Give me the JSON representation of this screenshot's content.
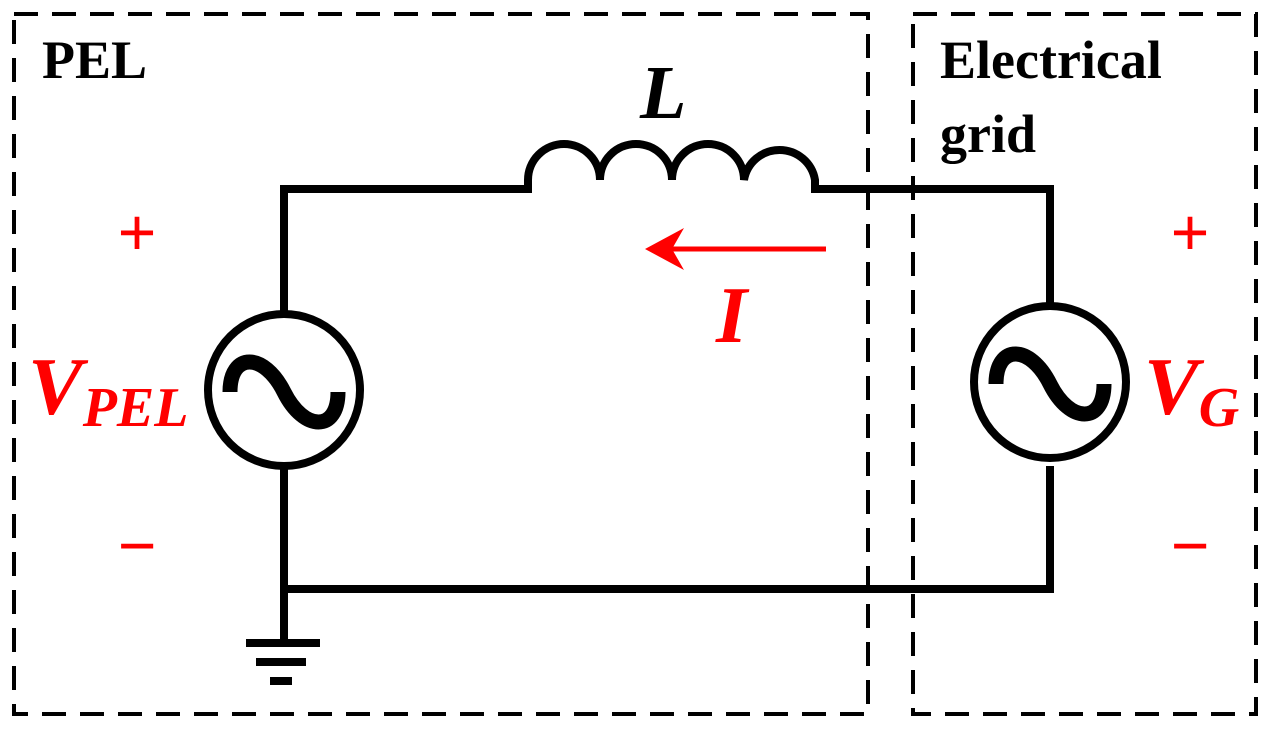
{
  "regions": {
    "pel_label": "PEL",
    "grid_label_line1": "Electrical",
    "grid_label_line2": "grid"
  },
  "inductor": {
    "label": "L"
  },
  "current": {
    "label": "I"
  },
  "sources": {
    "pel": {
      "label_main": "V",
      "label_sub": "PEL",
      "plus": "+",
      "minus": "−"
    },
    "grid": {
      "label_main": "V",
      "label_sub": "G",
      "plus": "+",
      "minus": "−"
    }
  },
  "colors": {
    "accent": "#ff0000",
    "stroke": "#000000"
  },
  "icons": {
    "source": "ac-source-icon",
    "ground": "ground-icon",
    "current": "current-arrow-icon"
  }
}
